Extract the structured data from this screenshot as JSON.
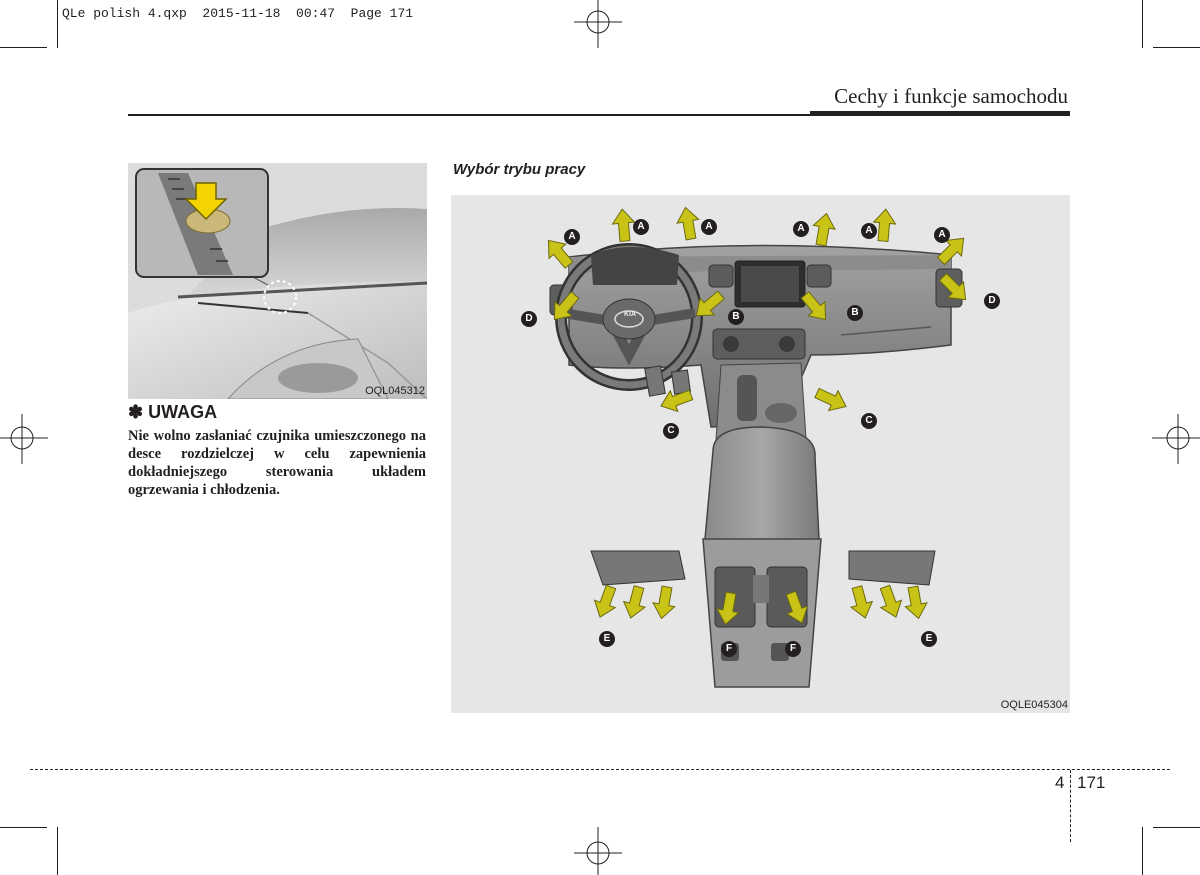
{
  "slug": "QLe polish 4.qxp  2015-11-18  00:47  Page 171",
  "header": {
    "section_title": "Cechy i funkcje samochodu"
  },
  "figure_left": {
    "code": "OQL045312"
  },
  "note": {
    "title": "✽ UWAGA",
    "text": "Nie wolno zasłaniać czujnika umieszczonego na desce rozdzielczej w celu zapewnienia dokładniejszego sterowania układem ogrzewania i chłodzenia."
  },
  "figure_right": {
    "heading": "Wybór trybu pracy",
    "code": "OQLE045304",
    "vent_labels": {
      "a": "A",
      "b": "B",
      "c": "C",
      "d": "D",
      "e": "E",
      "f": "F"
    },
    "brand_badge": "KIA"
  },
  "footer": {
    "chapter": "4",
    "page": "171"
  },
  "colors": {
    "arrow_fill": "#c9c317",
    "arrow_stroke": "#6b6a10",
    "label_bg": "#231f20",
    "rule": "#231f20"
  }
}
